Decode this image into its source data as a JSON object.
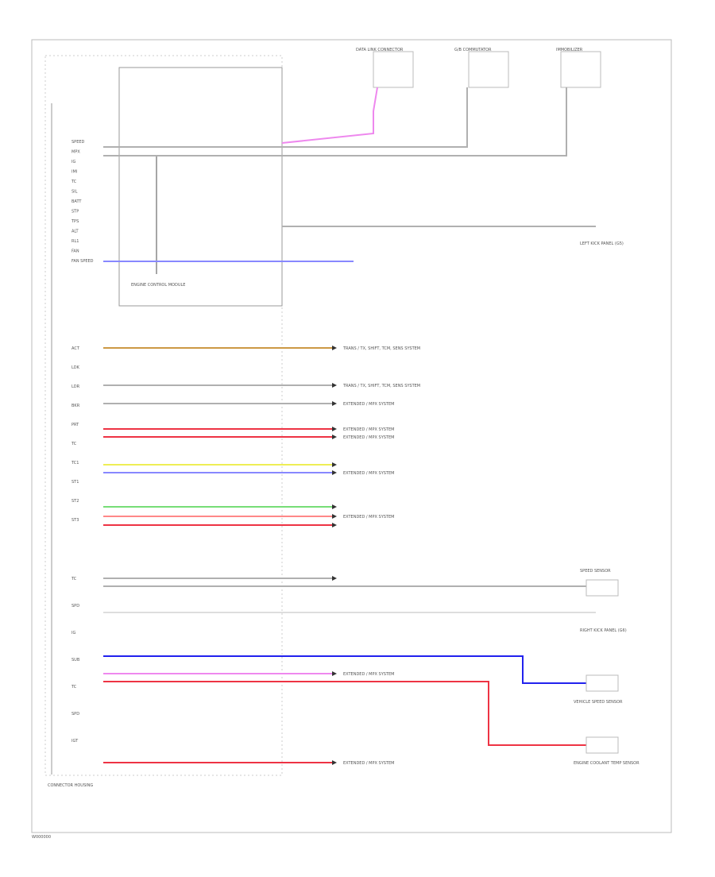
{
  "diagram": {
    "footer_code": "W000000",
    "colors": {
      "frame": "#bbbbbb",
      "wire_gray": "#b0b0b0",
      "wire_pink": "#ee88ee",
      "wire_blue": "#2222ee",
      "wire_blue_light": "#8888ff",
      "wire_orange": "#cc9944",
      "wire_red": "#ee3344",
      "wire_red_light": "#ff8888",
      "wire_yellow": "#eeee55",
      "wire_green": "#77dd77",
      "wire_dark": "#555555"
    },
    "connector_headers": [
      "DATA LINK CONNECTOR",
      "G/B COMMUTATOR",
      "IMMOBILIZER"
    ],
    "pin_labels_top": [
      "SPEED",
      "MPX",
      "IG",
      "IMI",
      "TC",
      "SIL",
      "BATT",
      "STP",
      "TPS",
      "ALT",
      "RL1",
      "FAN",
      "FAN SPEED"
    ],
    "pin_labels_mid": [
      "ACT",
      "LDK",
      "LDR",
      "BKR",
      "PRT",
      "TC",
      "TC1",
      "ST1",
      "ST2",
      "ST3"
    ],
    "pin_labels_bot": [
      "TC",
      "SPD",
      "IG",
      "SUB",
      "TC",
      "SPD",
      "IGT"
    ],
    "destinations": {
      "trans": "TRANS / TX, SHIFT, TCM, SENS SYSTEM",
      "general": "EXTENDED / MPX SYSTEM"
    },
    "component_labels": {
      "main_ecu": "ENGINE CONTROL MODULE",
      "ground_left": "LEFT KICK PANEL (G5)",
      "ground_right": "RIGHT KICK PANEL (G6)",
      "sensor_1": "SPEED SENSOR",
      "sensor_2": "VEHICLE SPEED SENSOR",
      "sensor_3": "ENGINE COOLANT TEMP SENSOR",
      "bottom_box": "CONNECTOR HOUSING"
    }
  }
}
